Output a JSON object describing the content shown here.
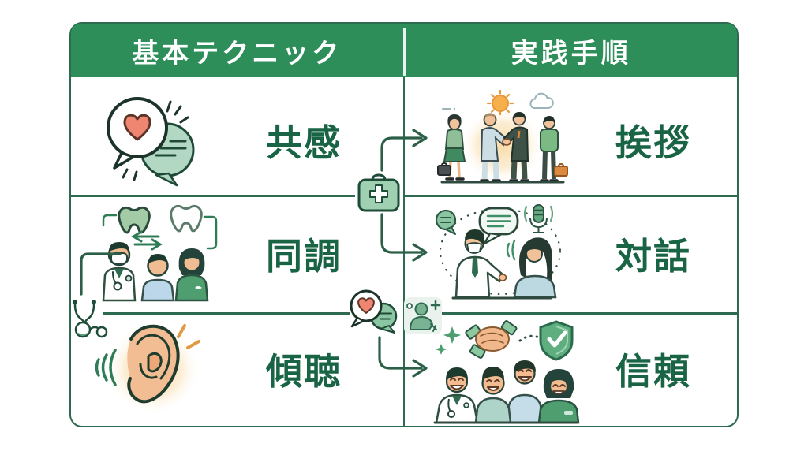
{
  "table": {
    "header": {
      "left": "基本テクニック",
      "right": "実践手順"
    },
    "rows": [
      {
        "left": {
          "label": "共感",
          "icon": "heart-speech-bubbles-illustration"
        },
        "right": {
          "label": "挨拶",
          "icon": "business-greeting-handshake-illustration"
        }
      },
      {
        "left": {
          "label": "同調",
          "icon": "dental-team-sync-illustration"
        },
        "right": {
          "label": "対話",
          "icon": "doctor-patient-dialogue-illustration"
        }
      },
      {
        "left": {
          "label": "傾聴",
          "icon": "listening-ear-illustration"
        },
        "right": {
          "label": "信頼",
          "icon": "care-team-trust-shield-illustration"
        }
      }
    ]
  },
  "connectors": {
    "arrows": [
      {
        "from": "row-1-center",
        "to": "row-1-right"
      },
      {
        "from": "row-2-center",
        "to": "row-2-right"
      },
      {
        "from": "row-3-center",
        "to": "row-3-right"
      }
    ],
    "center_icons": [
      "first-aid-kit-icon",
      "heart-chat-bubbles-icon",
      "add-person-icon"
    ],
    "edge_icons": [
      "stethoscope-icon"
    ]
  },
  "colors": {
    "background": "#ffffff",
    "header_bg": "#2e8e59",
    "header_text": "#ffffff",
    "border_green": "#2d6a4f",
    "label_text": "#1a6446",
    "bubble_green": "#b2d8c4",
    "heart_coral": "#ee8672",
    "sun_orange": "#f5b04c",
    "glow_warm": "#f8d9a2",
    "scrub_green": "#4f9e70",
    "suit_blue": "#ccdde4"
  }
}
